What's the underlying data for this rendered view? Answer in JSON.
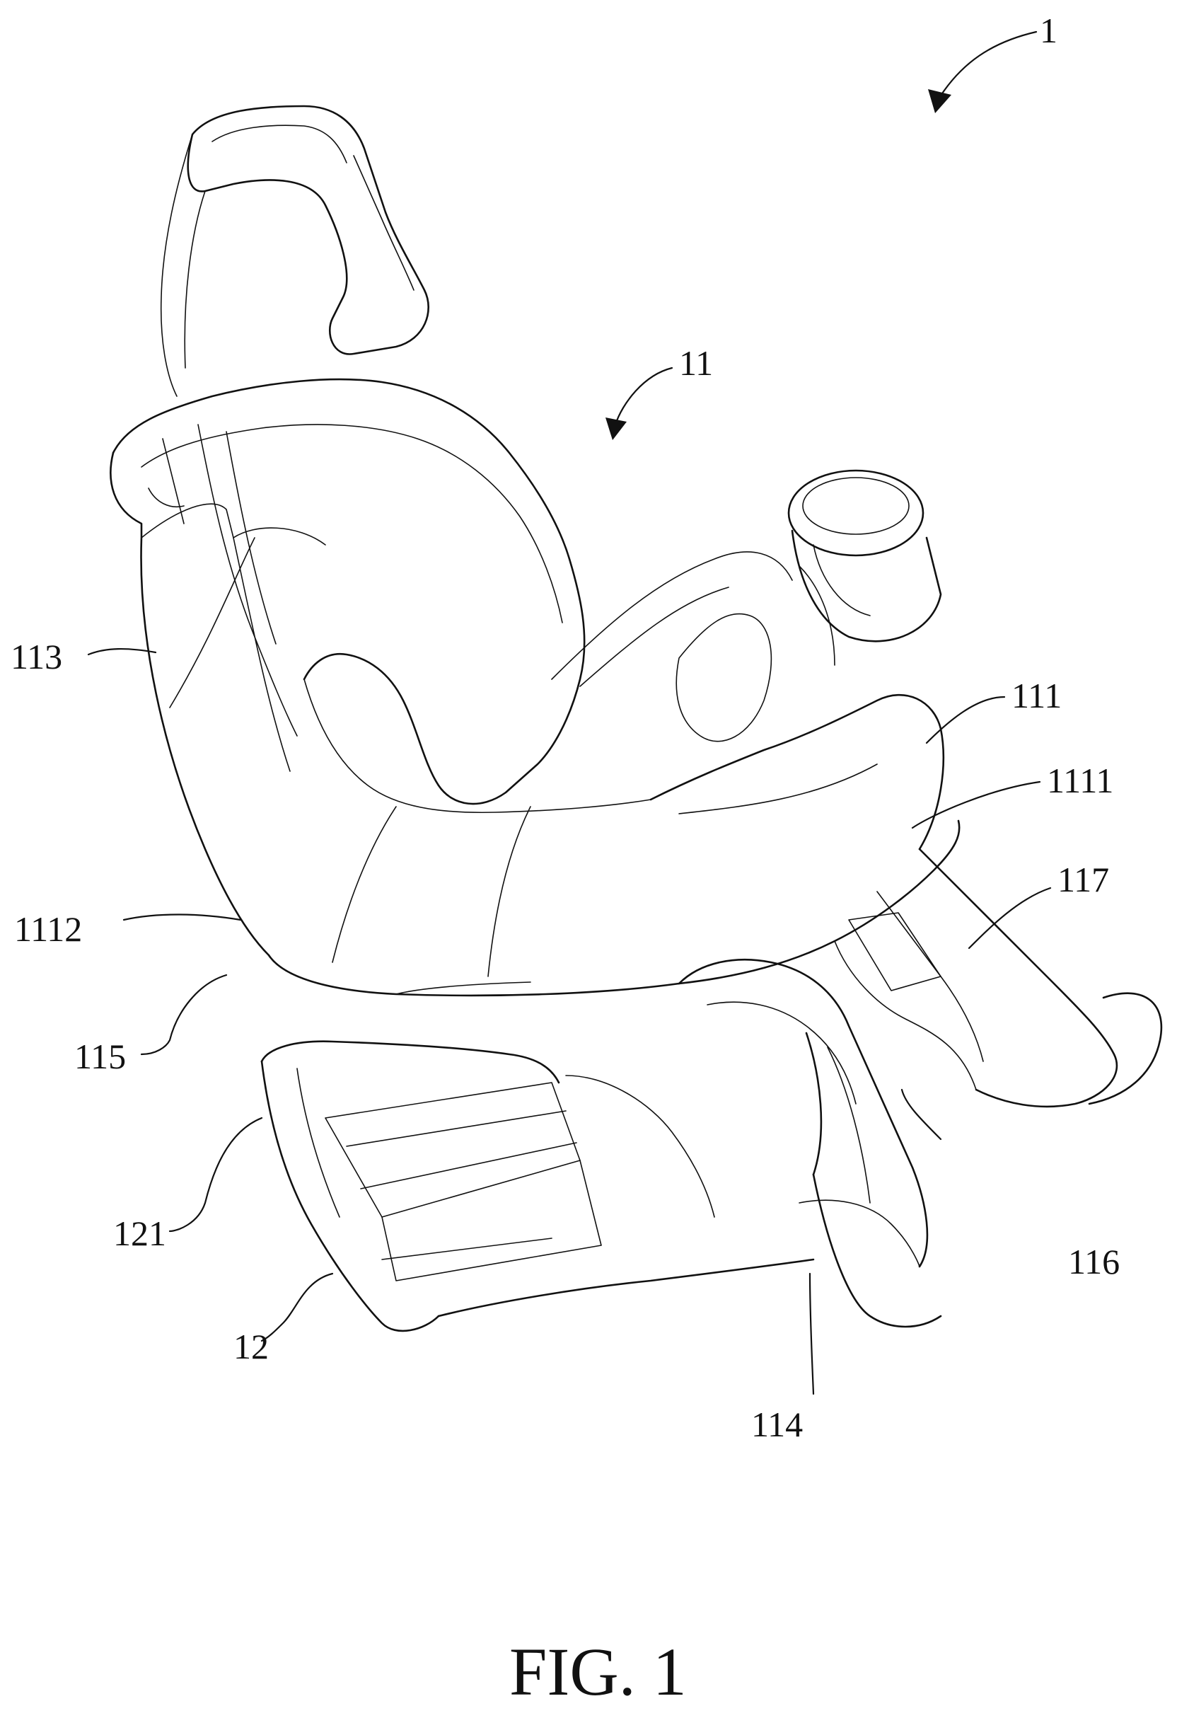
{
  "figure": {
    "caption": "FIG. 1",
    "labels": {
      "l1": "1",
      "l11": "11",
      "l111": "111",
      "l1111": "1111",
      "l1112": "1112",
      "l113": "113",
      "l114": "114",
      "l115": "115",
      "l116": "116",
      "l117": "117",
      "l12": "12",
      "l121": "121"
    }
  }
}
